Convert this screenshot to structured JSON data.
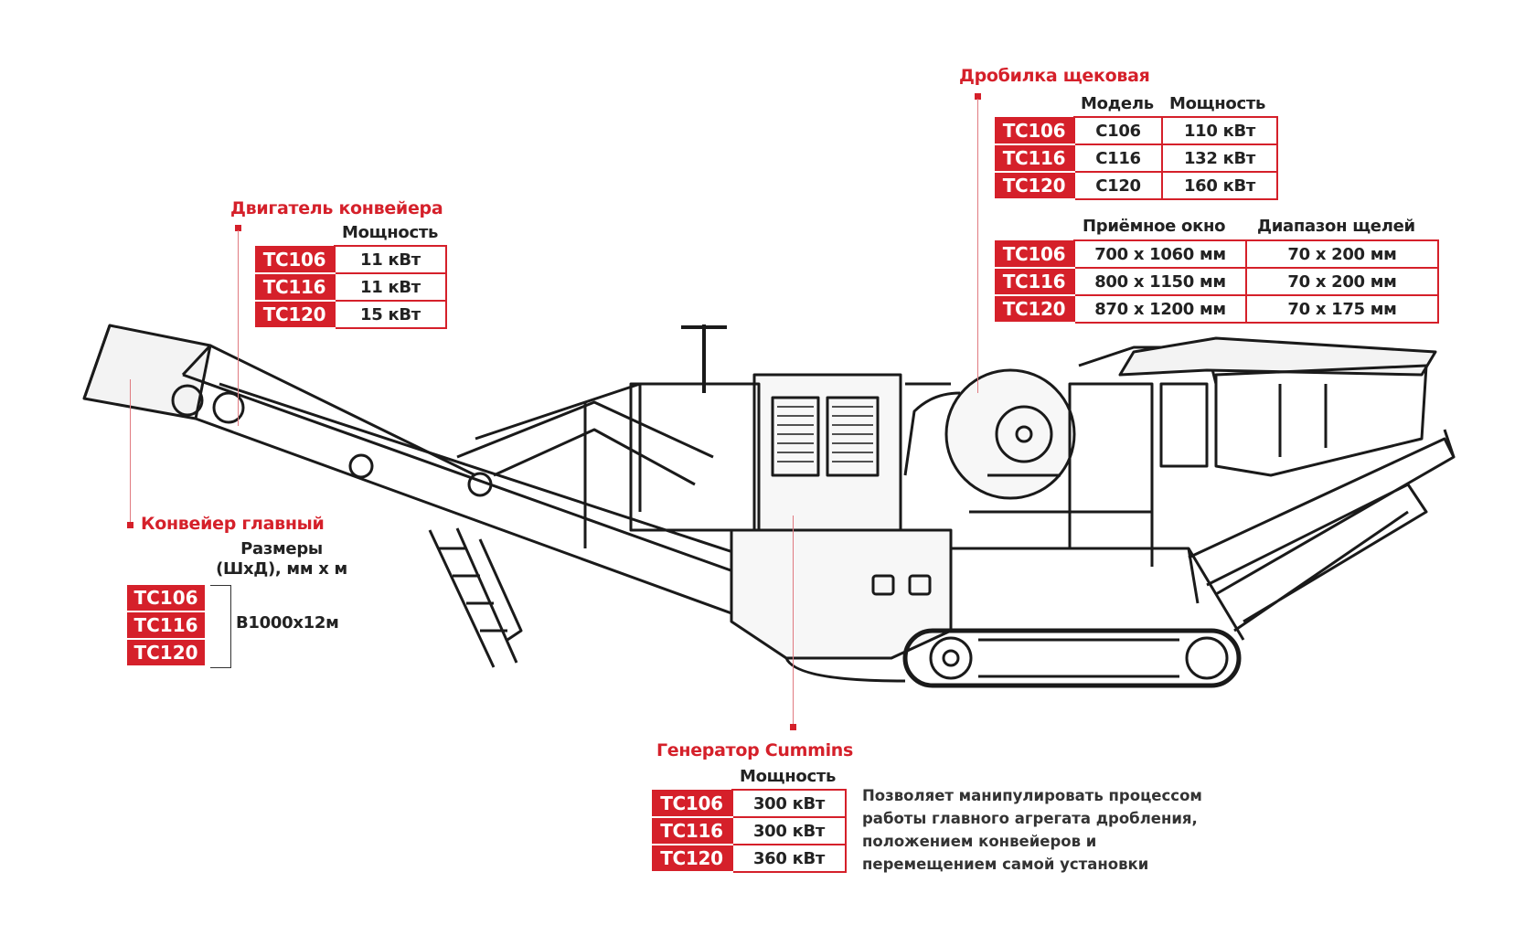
{
  "jaw_crusher": {
    "title": "Дробилка щековая",
    "table1": {
      "headers": [
        "Модель",
        "Мощность"
      ],
      "rows": [
        {
          "label": "TC106",
          "model": "C106",
          "power": "110 кВт"
        },
        {
          "label": "TC116",
          "model": "C116",
          "power": "132 кВт"
        },
        {
          "label": "TC120",
          "model": "C120",
          "power": "160 кВт"
        }
      ]
    },
    "table2": {
      "headers": [
        "Приёмное окно",
        "Диапазон щелей"
      ],
      "rows": [
        {
          "label": "TC106",
          "window": "700 x 1060 мм",
          "range": "70 x 200 мм"
        },
        {
          "label": "TC116",
          "window": "800 x 1150 мм",
          "range": "70 x 200 мм"
        },
        {
          "label": "TC120",
          "window": "870 x 1200 мм",
          "range": "70 x 175 мм"
        }
      ]
    }
  },
  "conveyor_motor": {
    "title": "Двигатель конвейера",
    "header": "Мощность",
    "rows": [
      {
        "label": "TC106",
        "power": "11 кВт"
      },
      {
        "label": "TC116",
        "power": "11 кВт"
      },
      {
        "label": "TC120",
        "power": "15 кВт"
      }
    ]
  },
  "main_conveyor": {
    "title": "Конвейер главный",
    "header_line1": "Размеры",
    "header_line2": "(ШхД), мм х м",
    "labels": [
      "TC106",
      "TC116",
      "TC120"
    ],
    "value": "B1000x12м"
  },
  "generator": {
    "title": "Генератор Cummins",
    "header": "Мощность",
    "rows": [
      {
        "label": "TC106",
        "power": "300 кВт"
      },
      {
        "label": "TC116",
        "power": "300 кВт"
      },
      {
        "label": "TC120",
        "power": "360 кВт"
      }
    ],
    "description": [
      "Позволяет манипулировать процессом",
      "работы главного агрегата дробления,",
      "положением конвейеров и",
      "перемещением самой установки"
    ]
  },
  "colors": {
    "accent": "#d5202a",
    "line": "#e07a80",
    "text": "#222222"
  }
}
